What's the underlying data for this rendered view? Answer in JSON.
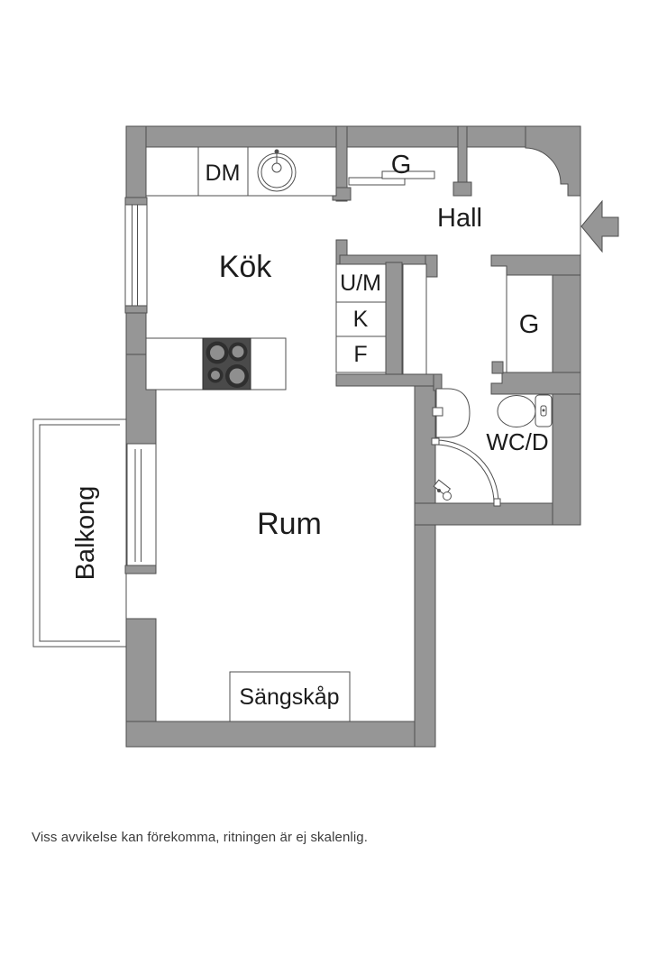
{
  "rooms": {
    "kitchen": "Kök",
    "hall": "Hall",
    "room": "Rum",
    "bathroom": "WC/D",
    "balcony": "Balkong"
  },
  "features": {
    "dishwasher": "DM",
    "wardrobe_hall": "G",
    "wardrobe_wall": "G",
    "appliance_top": "U/M",
    "appliance_mid": "K",
    "appliance_bottom": "F",
    "bed_cabinet": "Sängskåp"
  },
  "footer": {
    "disclaimer": "Viss avvikelse kan förekomma, ritningen är ej skalenlig."
  },
  "colors": {
    "wall": "#969696",
    "outline": "#4f4f4f",
    "background": "#ffffff",
    "text": "#1c1c1c"
  }
}
